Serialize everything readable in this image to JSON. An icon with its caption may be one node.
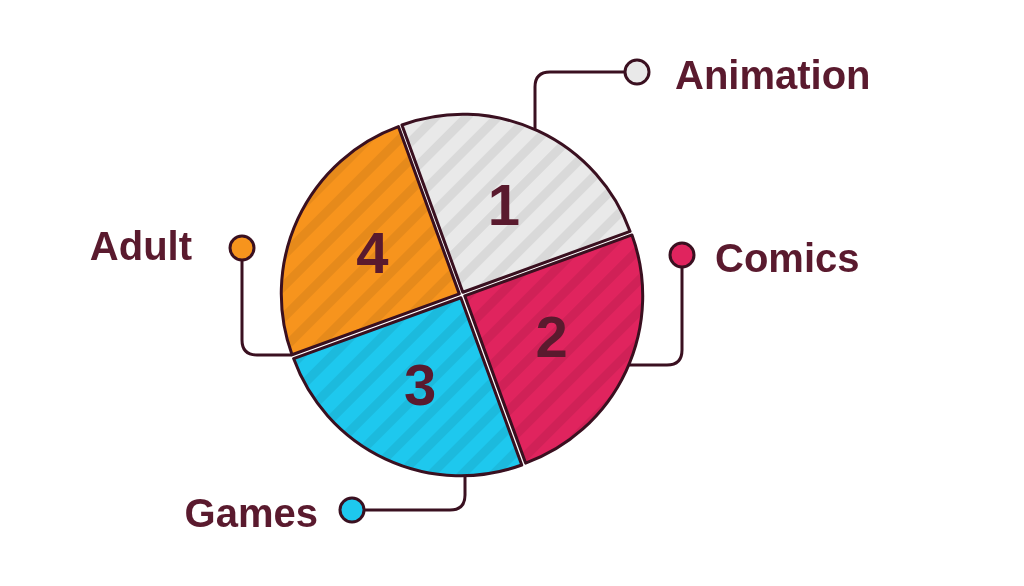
{
  "diagram": {
    "nodes": [
      {
        "text": [
          "Animation"
        ]
      },
      {
        "text": [
          "Adult"
        ]
      },
      {
        "text": [
          "Comics"
        ]
      },
      {
        "text": [
          "Games"
        ]
      },
      {
        "text": [
          "1"
        ]
      },
      {
        "text": [
          "2"
        ]
      },
      {
        "text": [
          "3"
        ]
      },
      {
        "text": [
          "4"
        ]
      }
    ],
    "edges": [
      {
        "from": 0,
        "to": 4,
        "arrow": "other"
      },
      {
        "from": 2,
        "to": 5,
        "arrow": "other"
      },
      {
        "from": 3,
        "to": 6,
        "arrow": "other"
      },
      {
        "from": 1,
        "to": 7,
        "arrow": "other"
      }
    ]
  }
}
